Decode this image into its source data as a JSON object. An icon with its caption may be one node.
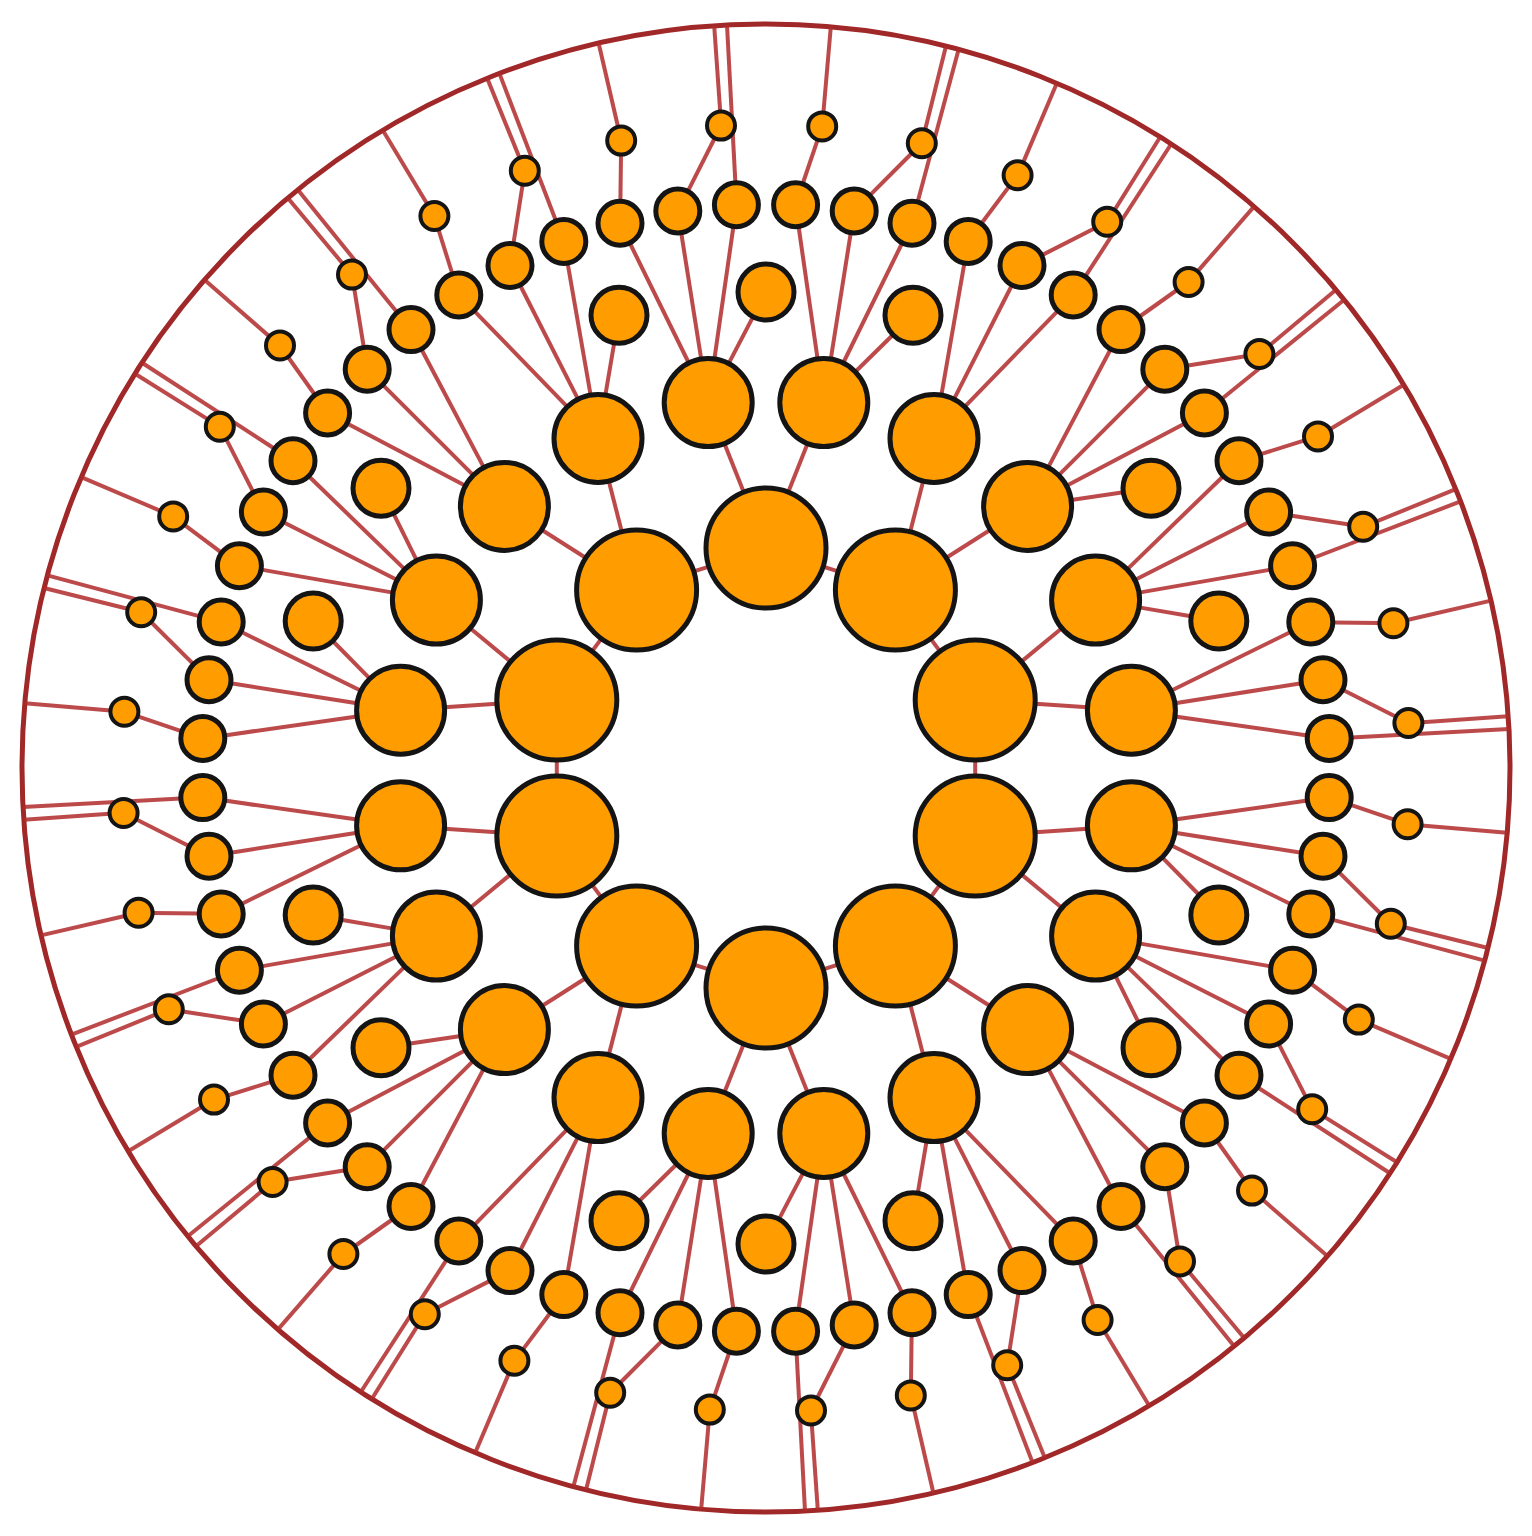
{
  "diagram": {
    "nodes": [
      {
        "text": [],
        "shape": "circle"
      },
      {
        "text": [],
        "shape": "circle"
      },
      {
        "text": [],
        "shape": "circle"
      },
      {
        "text": [],
        "shape": "circle"
      },
      {
        "text": [],
        "shape": "circle"
      },
      {
        "text": [],
        "shape": "circle"
      },
      {
        "text": [],
        "shape": "circle"
      },
      {
        "text": [],
        "shape": "circle"
      },
      {
        "text": [],
        "shape": "circle"
      },
      {
        "text": [],
        "shape": "circle"
      },
      {
        "text": [],
        "shape": "circle"
      },
      {
        "text": [],
        "shape": "circle"
      },
      {
        "text": [],
        "shape": "circle"
      },
      {
        "text": [],
        "shape": "circle"
      },
      {
        "text": [],
        "shape": "circle"
      },
      {
        "text": [],
        "shape": "circle"
      },
      {
        "text": [],
        "shape": "circle"
      },
      {
        "text": [],
        "shape": "circle"
      },
      {
        "text": [],
        "shape": "circle"
      },
      {
        "text": [],
        "shape": "circle"
      },
      {
        "text": [],
        "shape": "circle"
      },
      {
        "text": [],
        "shape": "circle"
      },
      {
        "text": [],
        "shape": "circle"
      },
      {
        "text": [],
        "shape": "circle"
      },
      {
        "text": [],
        "shape": "circle"
      },
      {
        "text": [],
        "shape": "circle"
      },
      {
        "text": [],
        "shape": "circle"
      },
      {
        "text": [],
        "shape": "circle"
      },
      {
        "text": [],
        "shape": "circle"
      },
      {
        "text": [],
        "shape": "circle"
      },
      {
        "text": [],
        "shape": "circle"
      },
      {
        "text": [],
        "shape": "circle"
      },
      {
        "text": [],
        "shape": "circle"
      },
      {
        "text": [],
        "shape": "circle"
      },
      {
        "text": [],
        "shape": "circle"
      },
      {
        "text": [],
        "shape": "circle"
      },
      {
        "text": [],
        "shape": "circle"
      },
      {
        "text": [],
        "shape": "circle"
      },
      {
        "text": [],
        "shape": "circle"
      },
      {
        "text": [],
        "shape": "circle"
      },
      {
        "text": [],
        "shape": "circle"
      },
      {
        "text": [],
        "shape": "circle"
      },
      {
        "text": [],
        "shape": "circle"
      },
      {
        "text": [],
        "shape": "circle"
      },
      {
        "text": [],
        "shape": "circle"
      },
      {
        "text": [],
        "shape": "circle"
      },
      {
        "text": [],
        "shape": "circle"
      },
      {
        "text": [],
        "shape": "circle"
      },
      {
        "text": [],
        "shape": "circle"
      },
      {
        "text": [],
        "shape": "circle"
      },
      {
        "text": [],
        "shape": "circle"
      },
      {
        "text": [],
        "shape": "circle"
      },
      {
        "text": [],
        "shape": "circle"
      },
      {
        "text": [],
        "shape": "circle"
      },
      {
        "text": [],
        "shape": "circle"
      },
      {
        "text": [],
        "shape": "circle"
      },
      {
        "text": [],
        "shape": "circle"
      },
      {
        "text": [],
        "shape": "circle"
      },
      {
        "text": [],
        "shape": "circle"
      },
      {
        "text": [],
        "shape": "circle"
      },
      {
        "text": [],
        "shape": "circle"
      },
      {
        "text": [],
        "shape": "circle"
      },
      {
        "text": [],
        "shape": "circle"
      },
      {
        "text": [],
        "shape": "circle"
      },
      {
        "text": [],
        "shape": "circle"
      },
      {
        "text": [],
        "shape": "circle"
      },
      {
        "text": [],
        "shape": "circle"
      },
      {
        "text": [],
        "shape": "circle"
      },
      {
        "text": [],
        "shape": "circle"
      },
      {
        "text": [],
        "shape": "circle"
      },
      {
        "text": [],
        "shape": "circle"
      },
      {
        "text": [],
        "shape": "circle"
      },
      {
        "text": [],
        "shape": "circle"
      },
      {
        "text": [],
        "shape": "circle"
      },
      {
        "text": [],
        "shape": "circle"
      },
      {
        "text": [],
        "shape": "circle"
      },
      {
        "text": [],
        "shape": "circle"
      },
      {
        "text": [],
        "shape": "circle"
      },
      {
        "text": [],
        "shape": "circle"
      },
      {
        "text": [],
        "shape": "circle"
      },
      {
        "text": [],
        "shape": "circle"
      },
      {
        "text": [],
        "shape": "circle"
      },
      {
        "text": [],
        "shape": "circle"
      },
      {
        "text": [],
        "shape": "circle"
      },
      {
        "text": [],
        "shape": "circle"
      },
      {
        "text": [],
        "shape": "circle"
      },
      {
        "text": [],
        "shape": "circle"
      },
      {
        "text": [],
        "shape": "circle"
      },
      {
        "text": [],
        "shape": "circle"
      },
      {
        "text": [],
        "shape": "circle"
      },
      {
        "text": [],
        "shape": "circle"
      },
      {
        "text": [],
        "shape": "circle"
      },
      {
        "text": [],
        "shape": "circle"
      },
      {
        "text": [],
        "shape": "circle"
      },
      {
        "text": [],
        "shape": "circle"
      },
      {
        "text": [],
        "shape": "circle"
      },
      {
        "text": [],
        "shape": "circle"
      },
      {
        "text": [],
        "shape": "circle"
      },
      {
        "text": [],
        "shape": "circle"
      },
      {
        "text": [],
        "shape": "circle"
      },
      {
        "text": [],
        "shape": "circle"
      },
      {
        "text": [],
        "shape": "circle"
      },
      {
        "text": [],
        "shape": "circle"
      },
      {
        "text": [],
        "shape": "circle"
      },
      {
        "text": [],
        "shape": "circle"
      },
      {
        "text": [],
        "shape": "circle"
      },
      {
        "text": [],
        "shape": "circle"
      },
      {
        "text": [],
        "shape": "circle"
      },
      {
        "text": [],
        "shape": "circle"
      },
      {
        "text": [],
        "shape": "circle"
      },
      {
        "text": [],
        "shape": "circle"
      },
      {
        "text": [],
        "shape": "circle"
      },
      {
        "text": [],
        "shape": "circle"
      },
      {
        "text": [],
        "shape": "circle"
      },
      {
        "text": [],
        "shape": "circle"
      },
      {
        "text": [],
        "shape": "circle"
      },
      {
        "text": [],
        "shape": "circle"
      },
      {
        "text": [],
        "shape": "circle"
      },
      {
        "text": [],
        "shape": "circle"
      },
      {
        "text": [],
        "shape": "circle"
      },
      {
        "text": [],
        "shape": "circle"
      },
      {
        "text": [],
        "shape": "circle"
      },
      {
        "text": [],
        "shape": "circle"
      },
      {
        "text": [],
        "shape": "circle"
      },
      {
        "text": [],
        "shape": "circle"
      },
      {
        "text": [],
        "shape": "circle"
      },
      {
        "text": [],
        "shape": "circle"
      },
      {
        "text": [],
        "shape": "circle"
      },
      {
        "text": [],
        "shape": "circle"
      },
      {
        "text": [],
        "shape": "circle"
      },
      {
        "text": [],
        "shape": "circle"
      },
      {
        "text": [],
        "shape": "circle"
      },
      {
        "text": [],
        "shape": "circle"
      },
      {
        "text": [],
        "shape": "circle"
      },
      {
        "text": [],
        "shape": "circle"
      },
      {
        "text": [],
        "shape": "circle"
      },
      {
        "text": [],
        "shape": "circle"
      },
      {
        "text": [],
        "shape": "circle"
      },
      {
        "text": [],
        "shape": "circle"
      },
      {
        "text": [],
        "shape": "circle"
      },
      {
        "text": [],
        "shape": "circle"
      },
      {
        "text": [],
        "shape": "circle"
      },
      {
        "text": [],
        "shape": "circle"
      },
      {
        "text": [],
        "shape": "circle"
      }
    ],
    "edges": [
      {
        "from": 0,
        "to": 1,
        "arrow": "none"
      },
      {
        "from": 1,
        "to": 2,
        "arrow": "none"
      },
      {
        "from": 2,
        "to": 3,
        "arrow": "none"
      },
      {
        "from": 3,
        "to": 4,
        "arrow": "none"
      },
      {
        "from": 4,
        "to": 5,
        "arrow": "none"
      },
      {
        "from": 5,
        "to": 6,
        "arrow": "none"
      },
      {
        "from": 6,
        "to": 7,
        "arrow": "none"
      },
      {
        "from": 7,
        "to": 8,
        "arrow": "none"
      },
      {
        "from": 8,
        "to": 9,
        "arrow": "none"
      },
      {
        "from": 9,
        "to": 0,
        "arrow": "none"
      },
      {
        "from": 0,
        "to": 10,
        "arrow": "none"
      },
      {
        "from": 0,
        "to": 11,
        "arrow": "none"
      },
      {
        "from": 1,
        "to": 12,
        "arrow": "none"
      },
      {
        "from": 1,
        "to": 13,
        "arrow": "none"
      },
      {
        "from": 2,
        "to": 14,
        "arrow": "none"
      },
      {
        "from": 2,
        "to": 15,
        "arrow": "none"
      },
      {
        "from": 3,
        "to": 16,
        "arrow": "none"
      },
      {
        "from": 3,
        "to": 17,
        "arrow": "none"
      },
      {
        "from": 4,
        "to": 18,
        "arrow": "none"
      },
      {
        "from": 4,
        "to": 19,
        "arrow": "none"
      },
      {
        "from": 5,
        "to": 20,
        "arrow": "none"
      },
      {
        "from": 5,
        "to": 21,
        "arrow": "none"
      },
      {
        "from": 6,
        "to": 22,
        "arrow": "none"
      },
      {
        "from": 6,
        "to": 23,
        "arrow": "none"
      },
      {
        "from": 7,
        "to": 24,
        "arrow": "none"
      },
      {
        "from": 7,
        "to": 25,
        "arrow": "none"
      },
      {
        "from": 8,
        "to": 26,
        "arrow": "none"
      },
      {
        "from": 8,
        "to": 27,
        "arrow": "none"
      },
      {
        "from": 9,
        "to": 28,
        "arrow": "none"
      },
      {
        "from": 9,
        "to": 29,
        "arrow": "none"
      },
      {
        "from": 10,
        "to": 30,
        "arrow": "none"
      },
      {
        "from": 11,
        "to": 31,
        "arrow": "none"
      },
      {
        "from": 13,
        "to": 32,
        "arrow": "none"
      },
      {
        "from": 14,
        "to": 33,
        "arrow": "none"
      },
      {
        "from": 16,
        "to": 34,
        "arrow": "none"
      },
      {
        "from": 17,
        "to": 35,
        "arrow": "none"
      },
      {
        "from": 19,
        "to": 36,
        "arrow": "none"
      },
      {
        "from": 20,
        "to": 37,
        "arrow": "none"
      },
      {
        "from": 21,
        "to": 38,
        "arrow": "none"
      },
      {
        "from": 23,
        "to": 39,
        "arrow": "none"
      },
      {
        "from": 24,
        "to": 40,
        "arrow": "none"
      },
      {
        "from": 26,
        "to": 41,
        "arrow": "none"
      },
      {
        "from": 27,
        "to": 42,
        "arrow": "none"
      },
      {
        "from": 29,
        "to": 43,
        "arrow": "none"
      },
      {
        "from": 10,
        "to": 44,
        "arrow": "none"
      },
      {
        "from": 10,
        "to": 45,
        "arrow": "none"
      },
      {
        "from": 10,
        "to": 46,
        "arrow": "none"
      },
      {
        "from": 11,
        "to": 47,
        "arrow": "none"
      },
      {
        "from": 11,
        "to": 48,
        "arrow": "none"
      },
      {
        "from": 11,
        "to": 49,
        "arrow": "none"
      },
      {
        "from": 12,
        "to": 50,
        "arrow": "none"
      },
      {
        "from": 12,
        "to": 51,
        "arrow": "none"
      },
      {
        "from": 12,
        "to": 52,
        "arrow": "none"
      },
      {
        "from": 13,
        "to": 53,
        "arrow": "none"
      },
      {
        "from": 13,
        "to": 54,
        "arrow": "none"
      },
      {
        "from": 13,
        "to": 55,
        "arrow": "none"
      },
      {
        "from": 14,
        "to": 56,
        "arrow": "none"
      },
      {
        "from": 14,
        "to": 57,
        "arrow": "none"
      },
      {
        "from": 14,
        "to": 58,
        "arrow": "none"
      },
      {
        "from": 15,
        "to": 59,
        "arrow": "none"
      },
      {
        "from": 15,
        "to": 60,
        "arrow": "none"
      },
      {
        "from": 15,
        "to": 61,
        "arrow": "none"
      },
      {
        "from": 16,
        "to": 62,
        "arrow": "none"
      },
      {
        "from": 16,
        "to": 63,
        "arrow": "none"
      },
      {
        "from": 16,
        "to": 64,
        "arrow": "none"
      },
      {
        "from": 17,
        "to": 65,
        "arrow": "none"
      },
      {
        "from": 17,
        "to": 66,
        "arrow": "none"
      },
      {
        "from": 17,
        "to": 67,
        "arrow": "none"
      },
      {
        "from": 18,
        "to": 68,
        "arrow": "none"
      },
      {
        "from": 18,
        "to": 69,
        "arrow": "none"
      },
      {
        "from": 18,
        "to": 70,
        "arrow": "none"
      },
      {
        "from": 19,
        "to": 71,
        "arrow": "none"
      },
      {
        "from": 19,
        "to": 72,
        "arrow": "none"
      },
      {
        "from": 19,
        "to": 73,
        "arrow": "none"
      },
      {
        "from": 20,
        "to": 74,
        "arrow": "none"
      },
      {
        "from": 20,
        "to": 75,
        "arrow": "none"
      },
      {
        "from": 20,
        "to": 76,
        "arrow": "none"
      },
      {
        "from": 21,
        "to": 77,
        "arrow": "none"
      },
      {
        "from": 21,
        "to": 78,
        "arrow": "none"
      },
      {
        "from": 21,
        "to": 79,
        "arrow": "none"
      },
      {
        "from": 22,
        "to": 80,
        "arrow": "none"
      },
      {
        "from": 22,
        "to": 81,
        "arrow": "none"
      },
      {
        "from": 22,
        "to": 82,
        "arrow": "none"
      },
      {
        "from": 23,
        "to": 83,
        "arrow": "none"
      },
      {
        "from": 23,
        "to": 84,
        "arrow": "none"
      },
      {
        "from": 23,
        "to": 85,
        "arrow": "none"
      },
      {
        "from": 24,
        "to": 86,
        "arrow": "none"
      },
      {
        "from": 24,
        "to": 87,
        "arrow": "none"
      },
      {
        "from": 24,
        "to": 88,
        "arrow": "none"
      },
      {
        "from": 25,
        "to": 89,
        "arrow": "none"
      },
      {
        "from": 25,
        "to": 90,
        "arrow": "none"
      },
      {
        "from": 25,
        "to": 91,
        "arrow": "none"
      },
      {
        "from": 26,
        "to": 92,
        "arrow": "none"
      },
      {
        "from": 26,
        "to": 93,
        "arrow": "none"
      },
      {
        "from": 26,
        "to": 94,
        "arrow": "none"
      },
      {
        "from": 27,
        "to": 95,
        "arrow": "none"
      },
      {
        "from": 27,
        "to": 96,
        "arrow": "none"
      },
      {
        "from": 27,
        "to": 97,
        "arrow": "none"
      },
      {
        "from": 28,
        "to": 98,
        "arrow": "none"
      },
      {
        "from": 28,
        "to": 99,
        "arrow": "none"
      },
      {
        "from": 28,
        "to": 100,
        "arrow": "none"
      },
      {
        "from": 29,
        "to": 101,
        "arrow": "none"
      },
      {
        "from": 29,
        "to": 102,
        "arrow": "none"
      },
      {
        "from": 29,
        "to": 103,
        "arrow": "none"
      },
      {
        "from": 44,
        "to": 104,
        "arrow": "none"
      },
      {
        "from": 45,
        "to": 105,
        "arrow": "none"
      },
      {
        "from": 47,
        "to": 106,
        "arrow": "none"
      },
      {
        "from": 48,
        "to": 107,
        "arrow": "none"
      },
      {
        "from": 50,
        "to": 108,
        "arrow": "none"
      },
      {
        "from": 51,
        "to": 109,
        "arrow": "none"
      },
      {
        "from": 53,
        "to": 110,
        "arrow": "none"
      },
      {
        "from": 54,
        "to": 111,
        "arrow": "none"
      },
      {
        "from": 56,
        "to": 112,
        "arrow": "none"
      },
      {
        "from": 57,
        "to": 113,
        "arrow": "none"
      },
      {
        "from": 59,
        "to": 114,
        "arrow": "none"
      },
      {
        "from": 60,
        "to": 115,
        "arrow": "none"
      },
      {
        "from": 62,
        "to": 116,
        "arrow": "none"
      },
      {
        "from": 63,
        "to": 117,
        "arrow": "none"
      },
      {
        "from": 65,
        "to": 118,
        "arrow": "none"
      },
      {
        "from": 66,
        "to": 119,
        "arrow": "none"
      },
      {
        "from": 68,
        "to": 120,
        "arrow": "none"
      },
      {
        "from": 69,
        "to": 121,
        "arrow": "none"
      },
      {
        "from": 71,
        "to": 122,
        "arrow": "none"
      },
      {
        "from": 72,
        "to": 123,
        "arrow": "none"
      },
      {
        "from": 74,
        "to": 124,
        "arrow": "none"
      },
      {
        "from": 75,
        "to": 125,
        "arrow": "none"
      },
      {
        "from": 77,
        "to": 126,
        "arrow": "none"
      },
      {
        "from": 78,
        "to": 127,
        "arrow": "none"
      },
      {
        "from": 80,
        "to": 128,
        "arrow": "none"
      },
      {
        "from": 81,
        "to": 129,
        "arrow": "none"
      },
      {
        "from": 83,
        "to": 130,
        "arrow": "none"
      },
      {
        "from": 84,
        "to": 131,
        "arrow": "none"
      },
      {
        "from": 86,
        "to": 132,
        "arrow": "none"
      },
      {
        "from": 87,
        "to": 133,
        "arrow": "none"
      },
      {
        "from": 89,
        "to": 134,
        "arrow": "none"
      },
      {
        "from": 90,
        "to": 135,
        "arrow": "none"
      },
      {
        "from": 92,
        "to": 136,
        "arrow": "none"
      },
      {
        "from": 93,
        "to": 137,
        "arrow": "none"
      },
      {
        "from": 95,
        "to": 138,
        "arrow": "none"
      },
      {
        "from": 96,
        "to": 139,
        "arrow": "none"
      },
      {
        "from": 98,
        "to": 140,
        "arrow": "none"
      },
      {
        "from": 99,
        "to": 141,
        "arrow": "none"
      },
      {
        "from": 101,
        "to": 142,
        "arrow": "none"
      },
      {
        "from": 102,
        "to": 143,
        "arrow": "none"
      },
      {
        "from": 104,
        "to": null,
        "arrow": "none"
      },
      {
        "from": 105,
        "to": null,
        "arrow": "none"
      },
      {
        "from": 106,
        "to": null,
        "arrow": "none"
      },
      {
        "from": 107,
        "to": null,
        "arrow": "none"
      },
      {
        "from": 108,
        "to": null,
        "arrow": "none"
      },
      {
        "from": 109,
        "to": null,
        "arrow": "none"
      },
      {
        "from": 110,
        "to": null,
        "arrow": "none"
      },
      {
        "from": 111,
        "to": null,
        "arrow": "none"
      },
      {
        "from": 112,
        "to": null,
        "arrow": "none"
      },
      {
        "from": 113,
        "to": null,
        "arrow": "none"
      },
      {
        "from": 114,
        "to": null,
        "arrow": "none"
      },
      {
        "from": 115,
        "to": null,
        "arrow": "none"
      },
      {
        "from": 116,
        "to": null,
        "arrow": "none"
      },
      {
        "from": 117,
        "to": null,
        "arrow": "none"
      },
      {
        "from": 118,
        "to": null,
        "arrow": "none"
      },
      {
        "from": 119,
        "to": null,
        "arrow": "none"
      },
      {
        "from": 120,
        "to": null,
        "arrow": "none"
      },
      {
        "from": 121,
        "to": null,
        "arrow": "none"
      },
      {
        "from": 122,
        "to": null,
        "arrow": "none"
      },
      {
        "from": 123,
        "to": null,
        "arrow": "none"
      },
      {
        "from": 124,
        "to": null,
        "arrow": "none"
      },
      {
        "from": 125,
        "to": null,
        "arrow": "none"
      },
      {
        "from": 126,
        "to": null,
        "arrow": "none"
      },
      {
        "from": 127,
        "to": null,
        "arrow": "none"
      },
      {
        "from": 128,
        "to": null,
        "arrow": "none"
      },
      {
        "from": 129,
        "to": null,
        "arrow": "none"
      },
      {
        "from": 130,
        "to": null,
        "arrow": "none"
      },
      {
        "from": 131,
        "to": null,
        "arrow": "none"
      },
      {
        "from": 132,
        "to": null,
        "arrow": "none"
      },
      {
        "from": 133,
        "to": null,
        "arrow": "none"
      },
      {
        "from": 134,
        "to": null,
        "arrow": "none"
      },
      {
        "from": 135,
        "to": null,
        "arrow": "none"
      },
      {
        "from": 136,
        "to": null,
        "arrow": "none"
      },
      {
        "from": 137,
        "to": null,
        "arrow": "none"
      },
      {
        "from": 138,
        "to": null,
        "arrow": "none"
      },
      {
        "from": 139,
        "to": null,
        "arrow": "none"
      },
      {
        "from": 140,
        "to": null,
        "arrow": "none"
      },
      {
        "from": 141,
        "to": null,
        "arrow": "none"
      },
      {
        "from": 142,
        "to": null,
        "arrow": "none"
      },
      {
        "from": 143,
        "to": null,
        "arrow": "none"
      },
      {
        "from": 46,
        "to": null,
        "arrow": "none"
      },
      {
        "from": 49,
        "to": null,
        "arrow": "none"
      },
      {
        "from": 52,
        "to": null,
        "arrow": "none"
      },
      {
        "from": 55,
        "to": null,
        "arrow": "none"
      },
      {
        "from": 58,
        "to": null,
        "arrow": "none"
      },
      {
        "from": 61,
        "to": null,
        "arrow": "none"
      },
      {
        "from": 64,
        "to": null,
        "arrow": "none"
      },
      {
        "from": 67,
        "to": null,
        "arrow": "none"
      },
      {
        "from": 70,
        "to": null,
        "arrow": "none"
      },
      {
        "from": 73,
        "to": null,
        "arrow": "none"
      },
      {
        "from": 76,
        "to": null,
        "arrow": "none"
      },
      {
        "from": 79,
        "to": null,
        "arrow": "none"
      },
      {
        "from": 82,
        "to": null,
        "arrow": "none"
      },
      {
        "from": 85,
        "to": null,
        "arrow": "none"
      },
      {
        "from": 88,
        "to": null,
        "arrow": "none"
      },
      {
        "from": 91,
        "to": null,
        "arrow": "none"
      },
      {
        "from": 94,
        "to": null,
        "arrow": "none"
      },
      {
        "from": 97,
        "to": null,
        "arrow": "none"
      },
      {
        "from": 100,
        "to": null,
        "arrow": "none"
      },
      {
        "from": 103,
        "to": null,
        "arrow": "none"
      }
    ]
  }
}
